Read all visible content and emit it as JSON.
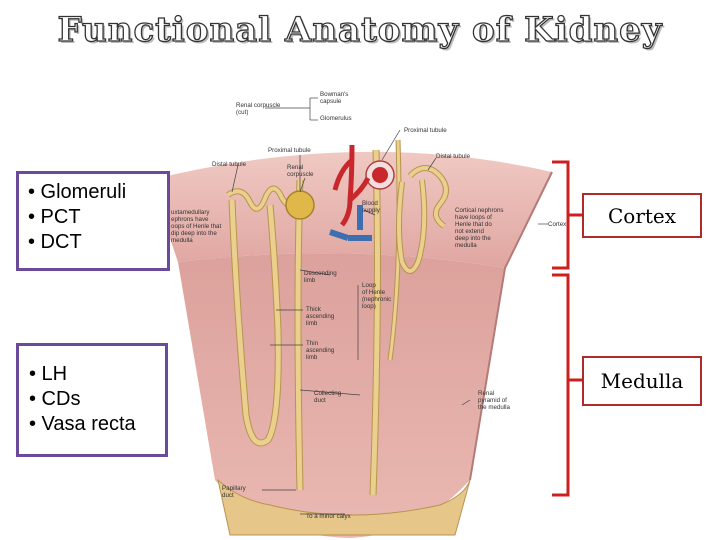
{
  "title": "Functional Anatomy of Kidney",
  "left_boxes": {
    "cortex_structures": [
      "• Glomeruli",
      "• PCT",
      "• DCT"
    ],
    "medulla_structures": [
      "• LH",
      "• CDs",
      "• Vasa recta"
    ]
  },
  "regions": {
    "cortex_label": "Cortex",
    "medulla_label": "Medulla"
  },
  "figure_labels": {
    "bowmans_capsule": [
      "Bowman's",
      "capsule"
    ],
    "renal_corpuscle_full": [
      "Renal corpuscle",
      "(cut)"
    ],
    "glomerulus": "Glomerulus",
    "proximal_tubule_top": "Proximal tubule",
    "proximal_tubule": "Proximal tubule",
    "distal_tubule_left": "Distal tubule",
    "renal_corpuscle": [
      "Renal",
      "corpuscle"
    ],
    "distal_tubule_right": "Distal tubule",
    "blood_supply": [
      "Blood",
      "supply"
    ],
    "juxtamedullary": [
      "uxtamedullary",
      "ephrons have",
      "oops of Henle that",
      "dip deep into the",
      "medulla"
    ],
    "cortical_nephrons": [
      "Cortical nephrons",
      "have loops of",
      "Henle that do",
      "not extend",
      "deep into the",
      "medulla"
    ],
    "cortex": "Cortex",
    "descending_limb": [
      "Descending",
      "limb"
    ],
    "loop_of_henle": [
      "Loop",
      "of Henle",
      "(nephronic",
      "loop)"
    ],
    "thick_ascending": [
      "Thick",
      "ascending",
      "limb"
    ],
    "thin_ascending": [
      "Thin",
      "ascending",
      "limb"
    ],
    "collecting_duct": [
      "Collecting",
      "duct"
    ],
    "renal_pyramid": [
      "Renal",
      "pyramid of",
      "the medulla"
    ],
    "papillary_duct": [
      "Papillary",
      "duct"
    ],
    "to_minor_calyx": "To a minor calyx"
  },
  "colors": {
    "cortex_fill": "#e3a9a4",
    "medulla_fill": "#d99a96",
    "tubule": "#eacf8d",
    "artery": "#c8282b",
    "vein": "#3c6fb0",
    "box_border": "#6b4a9a",
    "bracket": "#cc2020"
  }
}
